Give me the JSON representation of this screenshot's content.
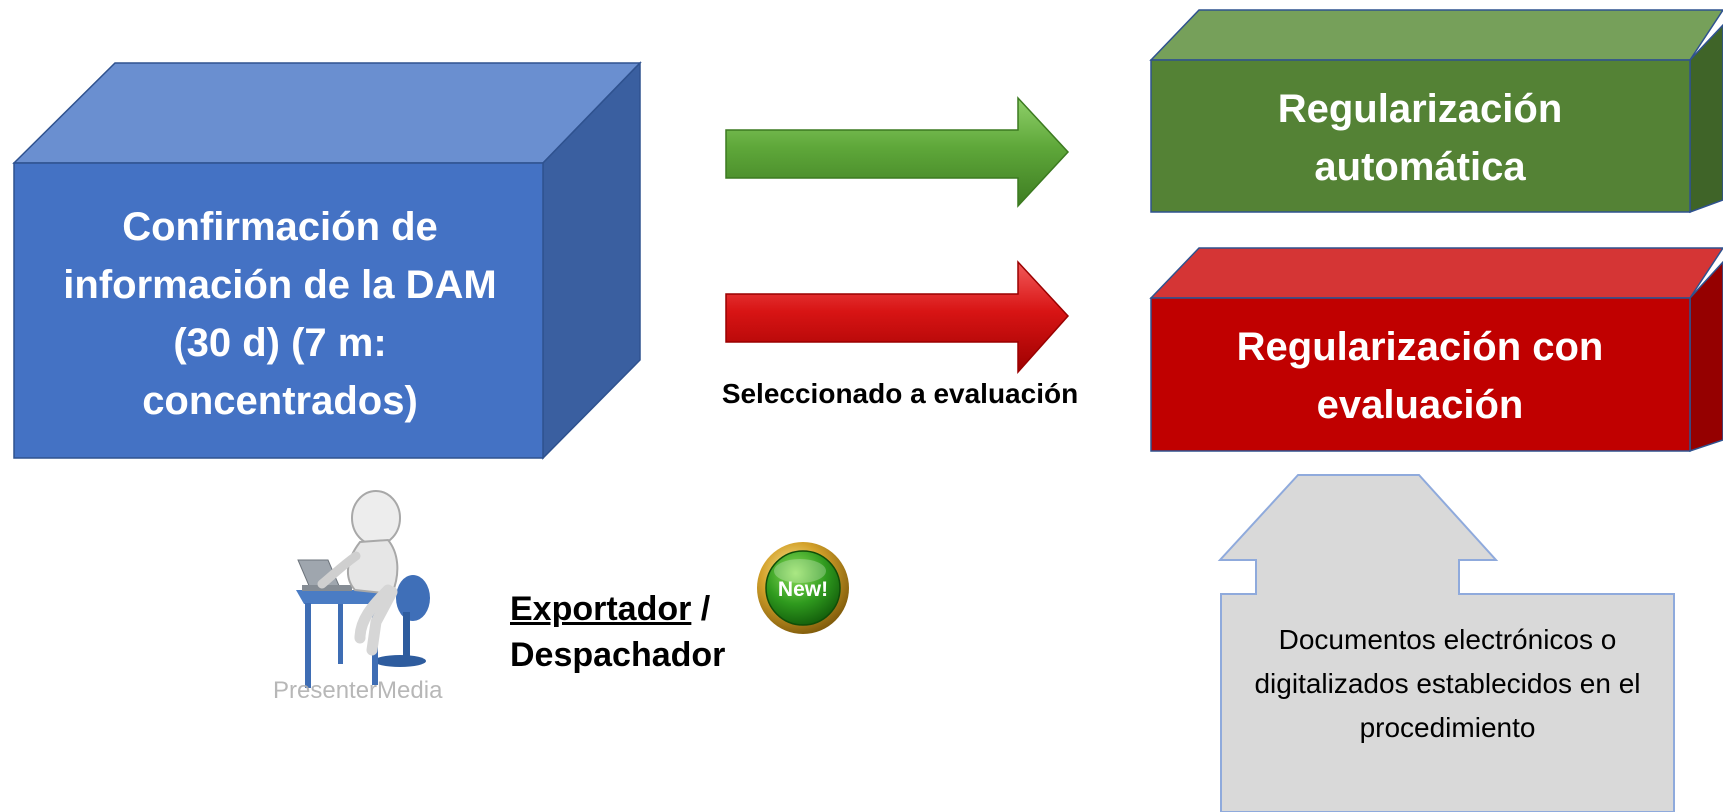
{
  "colors": {
    "blue_front": "#4472C4",
    "blue_top": "#6A8FD0",
    "blue_side": "#3A5FA0",
    "green_front": "#548235",
    "green_top": "#76A05A",
    "green_side": "#3F6428",
    "red_front": "#C00000",
    "red_top": "#D53535",
    "red_side": "#950000",
    "callout_fill": "#D9D9D9",
    "callout_stroke": "#8FAADC"
  },
  "boxes": {
    "source_label": "Confirmación de información de la DAM (30 d) (7 m: concentrados)",
    "auto_label": "Regularización automática",
    "eval_label": "Regularización con evaluación"
  },
  "arrows": {
    "green_icon": "arrow-right-icon",
    "red_icon": "arrow-right-icon",
    "red_caption": "Seleccionado a evaluación"
  },
  "actor": {
    "icon": "person-at-laptop-icon",
    "watermark": "PresenterMedia",
    "role_primary": "Exportador",
    "separator": " /",
    "role_secondary": "Despachador",
    "badge": "New!"
  },
  "callout": {
    "icon": "arrow-up-icon",
    "text": "Documentos electrónicos o digitalizados establecidos en el procedimiento"
  }
}
